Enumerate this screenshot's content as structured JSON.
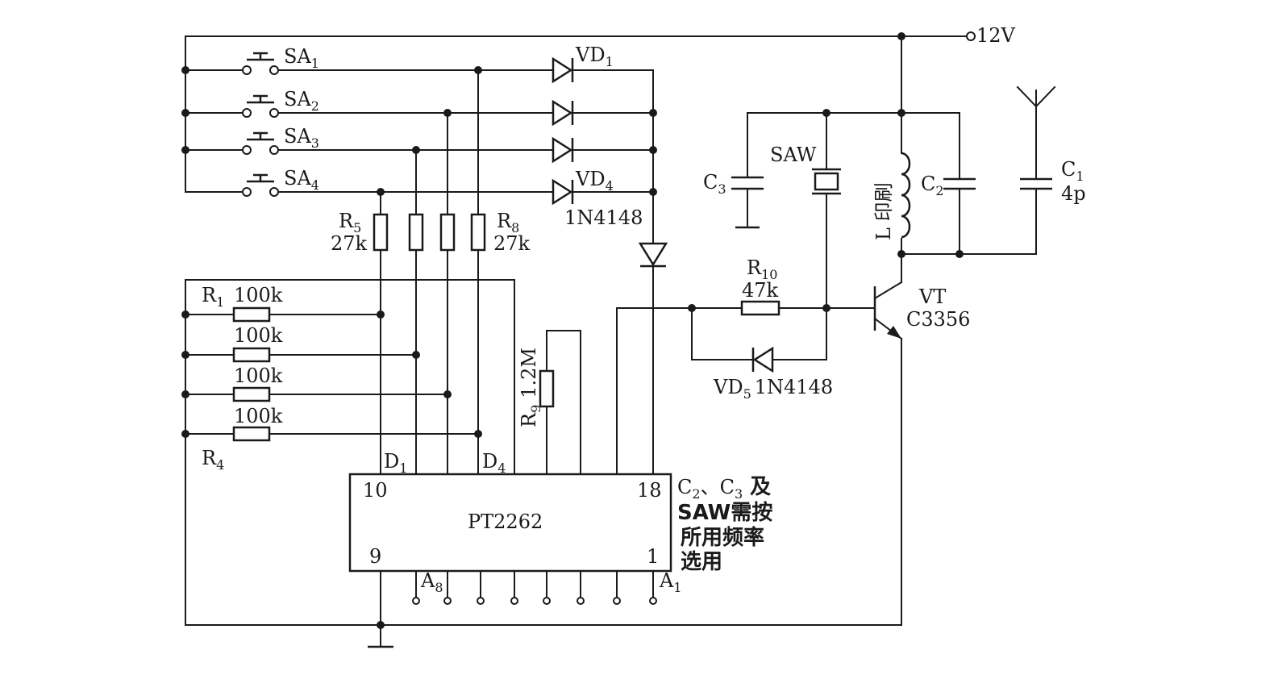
{
  "supply": {
    "label": "12V"
  },
  "switches": [
    {
      "base": "SA",
      "sub": "1"
    },
    {
      "base": "SA",
      "sub": "2"
    },
    {
      "base": "SA",
      "sub": "3"
    },
    {
      "base": "SA",
      "sub": "4"
    }
  ],
  "diodes": {
    "vd1": {
      "base": "VD",
      "sub": "1"
    },
    "vd4": {
      "base": "VD",
      "sub": "4"
    },
    "vd_part": "1N4148",
    "vd5": {
      "base": "VD",
      "sub": "5",
      "part": "1N4148"
    }
  },
  "resistors": {
    "r5": {
      "base": "R",
      "sub": "5",
      "value": "27k"
    },
    "r8": {
      "base": "R",
      "sub": "8",
      "value": "27k"
    },
    "r1": {
      "base": "R",
      "sub": "1",
      "value": "100k"
    },
    "r2_value": "100k",
    "r3_value": "100k",
    "r4": {
      "base": "R",
      "sub": "4",
      "value": "100k"
    },
    "r9": {
      "base": "R",
      "sub": "9",
      "value": "1.2M"
    },
    "r10": {
      "base": "R",
      "sub": "10",
      "value": "47k"
    }
  },
  "capacitors": {
    "c1": {
      "base": "C",
      "sub": "1",
      "value": "4p"
    },
    "c2": {
      "base": "C",
      "sub": "2"
    },
    "c3": {
      "base": "C",
      "sub": "3"
    }
  },
  "saw": {
    "label": "SAW"
  },
  "inductor": {
    "label": "L 印刷"
  },
  "transistor": {
    "name": "VT",
    "part": "C3356"
  },
  "ic": {
    "name": "PT2262",
    "pin_10": "10",
    "pin_18": "18",
    "pin_9": "9",
    "pin_1": "1",
    "d1": {
      "base": "D",
      "sub": "1"
    },
    "d4": {
      "base": "D",
      "sub": "4"
    },
    "a8": {
      "base": "A",
      "sub": "8"
    },
    "a1": {
      "base": "A",
      "sub": "1"
    }
  },
  "note": {
    "line1_a": {
      "base": "C",
      "sub": "2"
    },
    "line1_sep": "、",
    "line1_b": {
      "base": "C",
      "sub": "3"
    },
    "line1_tail": " 及",
    "line2": "SAW需按",
    "line3": "所用频率",
    "line4": "选用"
  }
}
